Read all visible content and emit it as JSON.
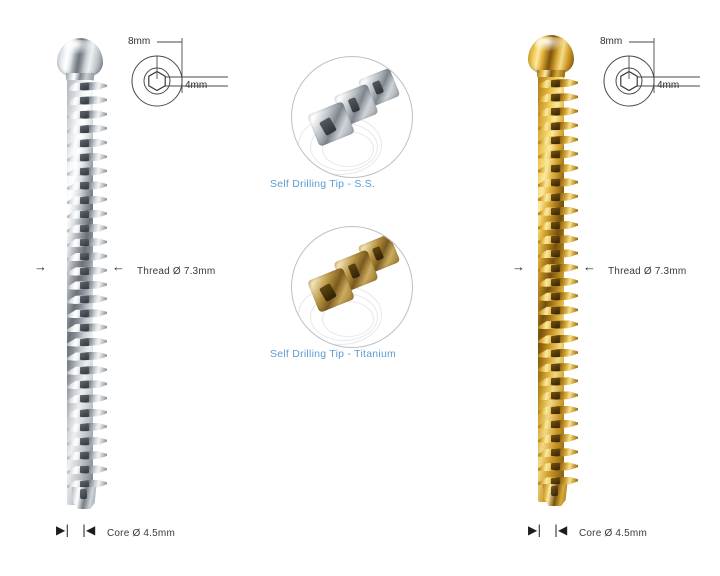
{
  "page": {
    "background": "#ffffff",
    "accent_blue": "#5b9bd5"
  },
  "screws": [
    {
      "id": "stainless-steel",
      "material_label": "S.S.",
      "head_type": "hex-socket-dome-head",
      "thread_label": "Thread Ø 7.3mm",
      "core_label": "Core Ø 4.5mm",
      "left_arrow_glyph": "→",
      "right_arrow_glyph": "←",
      "core_tick_left": "▶|",
      "core_tick_right": "|◀",
      "hex_diagram": {
        "outer_label": "8mm",
        "inner_label": "4mm"
      }
    },
    {
      "id": "titanium",
      "material_label": "Titanium",
      "head_type": "hex-socket-dome-head",
      "thread_label": "Thread Ø 7.3mm",
      "core_label": "Core Ø 4.5mm",
      "left_arrow_glyph": "→",
      "right_arrow_glyph": "←",
      "core_tick_left": "▶|",
      "core_tick_right": "|◀",
      "hex_diagram": {
        "outer_label": "8mm",
        "inner_label": "4mm"
      }
    }
  ],
  "insets": [
    {
      "id": "tip-ss",
      "caption": "Self Drilling Tip - S.S.",
      "material": "stainless-steel"
    },
    {
      "id": "tip-titanium",
      "caption": "Self Drilling Tip - Titanium",
      "material": "titanium"
    }
  ]
}
